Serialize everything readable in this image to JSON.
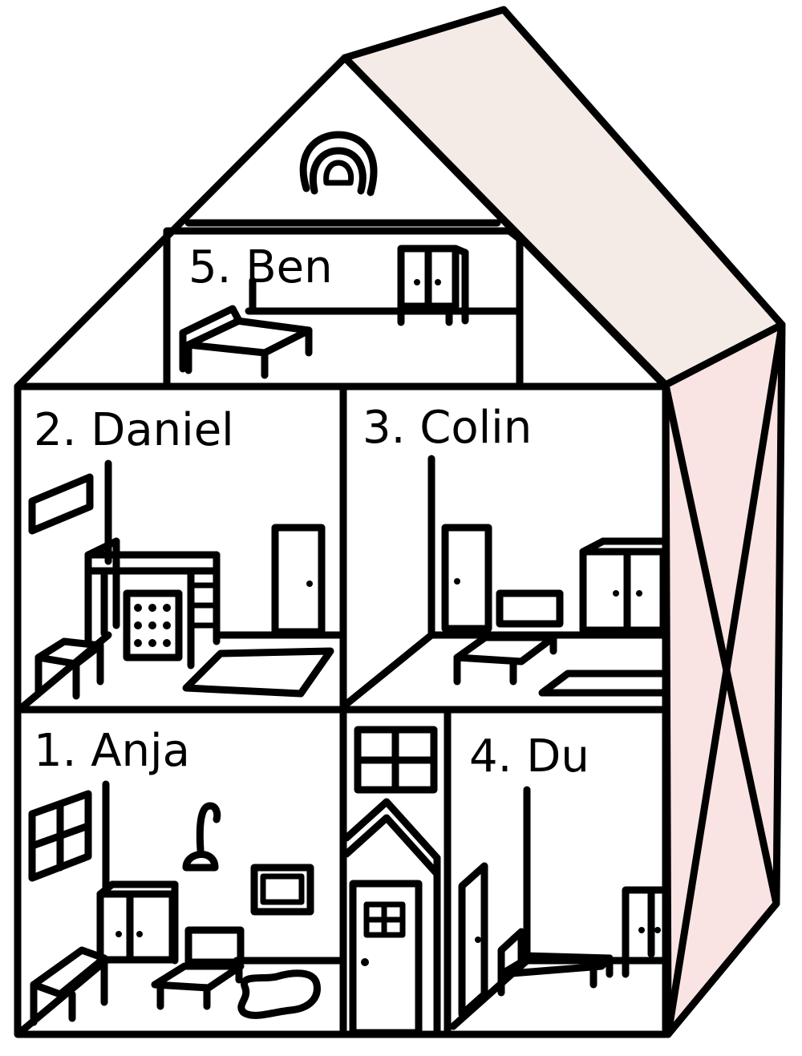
{
  "colors": {
    "ink": "#000000",
    "roof_side": "#f4ebe6",
    "wall_side": "#f9e4e3",
    "background": "#ffffff"
  },
  "rooms": [
    {
      "label": "1. Anja"
    },
    {
      "label": "2. Daniel"
    },
    {
      "label": "3. Colin"
    },
    {
      "label": "4. Du"
    },
    {
      "label": "5. Ben"
    }
  ]
}
